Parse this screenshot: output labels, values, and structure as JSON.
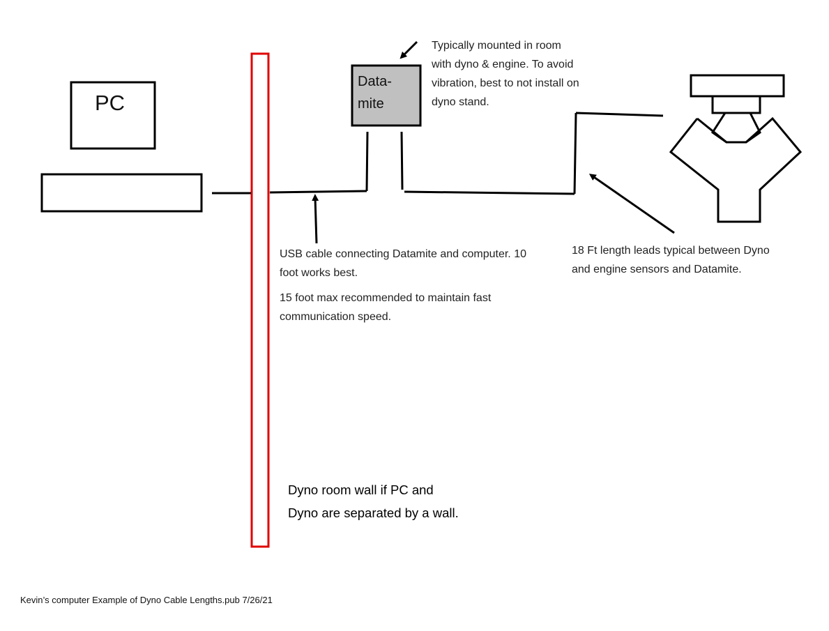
{
  "pc": {
    "label": "PC"
  },
  "datamite": {
    "label": "Data-\nmite",
    "fill": "#c0c0c0"
  },
  "wall": {
    "color": "#e00000"
  },
  "notes": {
    "mounting": "Typically mounted in room\nwith dyno & engine. To avoid\nvibration, best to not install on\ndyno stand.",
    "usb_cable": "USB cable connecting Datamite and computer. 10\nfoot works best.",
    "usb_max": "15 foot max recommended to maintain fast\ncommunication speed.",
    "leads": "18 Ft length leads typical between Dyno\nand engine sensors and Datamite.",
    "wall": "Dyno room wall if PC and\nDyno are separated by a wall."
  },
  "footer": {
    "text": "Kevin’s computer    Example of Dyno Cable Lengths.pub  7/26/21"
  }
}
